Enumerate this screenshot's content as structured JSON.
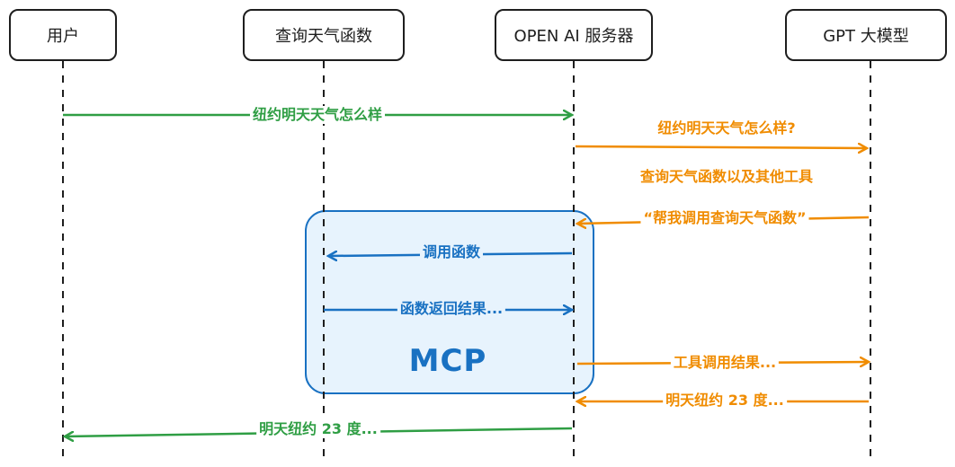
{
  "actors": {
    "user": "用户",
    "weather_function": "查询天气函数",
    "openai_server": "OPEN AI 服务器",
    "gpt_model": "GPT 大模型"
  },
  "messages": {
    "m1": "纽约明天天气怎么样",
    "m2": "纽约明天天气怎么样?",
    "m3": "查询天气函数以及其他工具",
    "m4": "“帮我调用查询天气函数”",
    "m5": "调用函数",
    "m6": "函数返回结果...",
    "m7": "工具调用结果...",
    "m8": "明天纽约 23 度...",
    "m9": "明天纽约 23 度..."
  },
  "mcp_label": "MCP",
  "colors": {
    "green": "#2f9e44",
    "orange": "#f08c00",
    "blue": "#1971c2",
    "mcp_fill": "#e7f3fd",
    "line": "#1e1e1e"
  }
}
